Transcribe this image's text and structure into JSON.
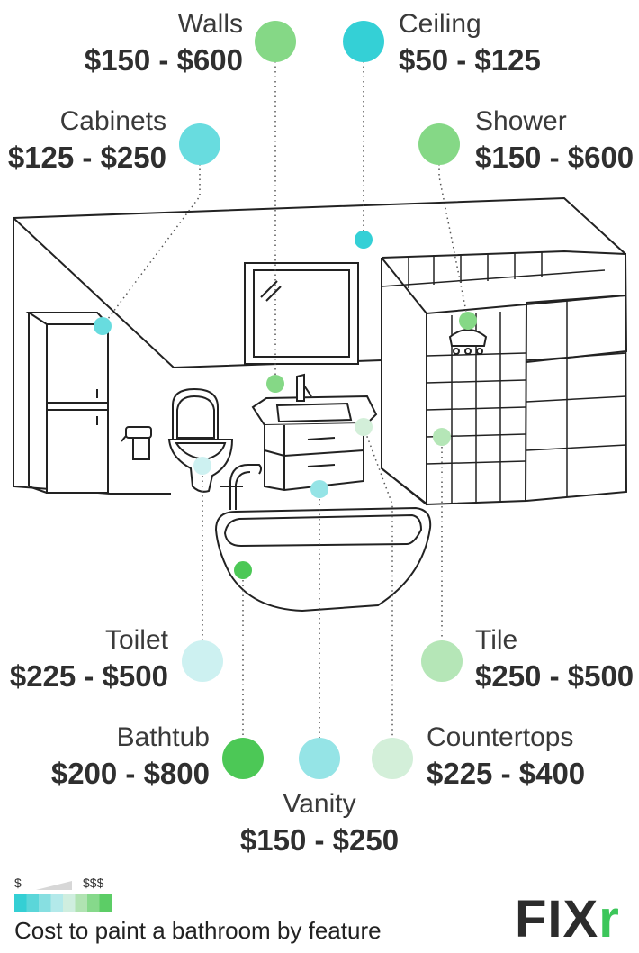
{
  "colors": {
    "walls": "#85d886",
    "ceiling": "#34d0d6",
    "cabinets": "#68dcdf",
    "shower": "#85d886",
    "toilet": "#cdf1f1",
    "tile": "#b5e6b7",
    "bathtub": "#4cc856",
    "vanity": "#95e4e6",
    "countertops": "#d3efd9",
    "line": "#222222",
    "legend_scale": [
      "#34cfd4",
      "#5bd6d9",
      "#87dfe1",
      "#b3e9ea",
      "#cfeedf",
      "#b0e3b2",
      "#86d98b",
      "#5ccd66"
    ]
  },
  "items": {
    "walls": {
      "name": "Walls",
      "price": "$150 - $600"
    },
    "ceiling": {
      "name": "Ceiling",
      "price": "$50 - $125"
    },
    "cabinets": {
      "name": "Cabinets",
      "price": "$125 - $250"
    },
    "shower": {
      "name": "Shower",
      "price": "$150 - $600"
    },
    "toilet": {
      "name": "Toilet",
      "price": "$225 - $500"
    },
    "tile": {
      "name": "Tile",
      "price": "$250 - $500"
    },
    "bathtub": {
      "name": "Bathtub",
      "price": "$200 - $800"
    },
    "vanity": {
      "name": "Vanity",
      "price": "$150 - $250"
    },
    "countertops": {
      "name": "Countertops",
      "price": "$225 - $400"
    }
  },
  "legend": {
    "low": "$",
    "high": "$$$"
  },
  "caption": "Cost to paint a bathroom by feature",
  "brand": {
    "main": "FIX",
    "accent": "r"
  }
}
